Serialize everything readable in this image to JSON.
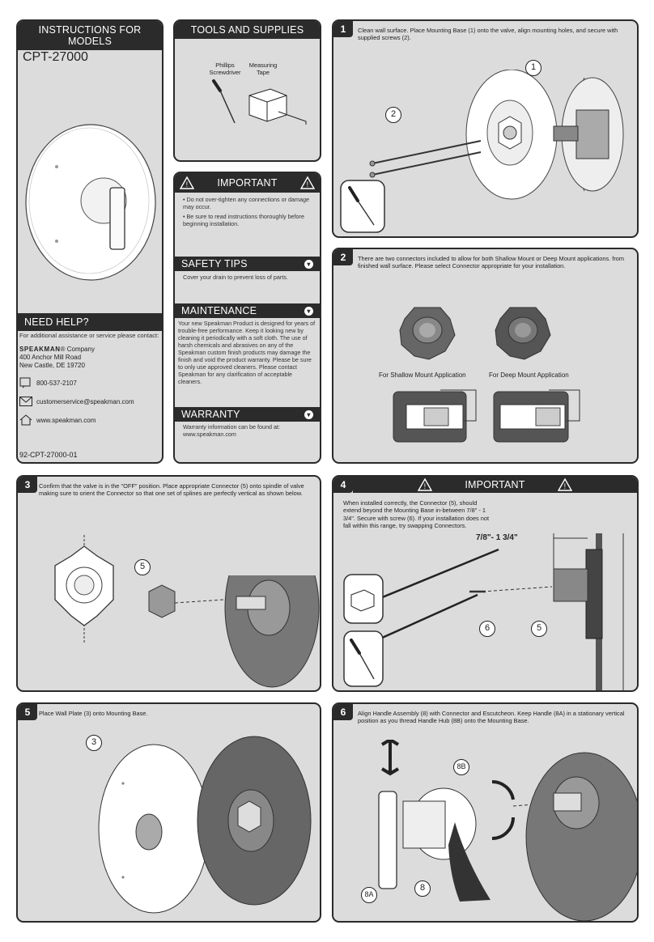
{
  "left": {
    "header": "INSTRUCTIONS FOR MODELS",
    "model": "CPT-27000",
    "help_header": "NEED HELP?",
    "help_text": "For additional assistance or service please contact:",
    "brand": "SPEAKMAN",
    "brand_suffix": "® Company",
    "address1": "400 Anchor Mill Road",
    "address2": "New Castle, DE 19720",
    "phone": "800-537-2107",
    "email": "customerservice@speakman.com",
    "web": "www.speakman.com",
    "doc_number": "92-CPT-27000-01"
  },
  "tools": {
    "header": "TOOLS AND SUPPLIES",
    "tool1": "Phillips Screwdriver",
    "tool2": "Measuring Tape"
  },
  "important": {
    "header": "IMPORTANT",
    "bullet1": "• Do not over-tighten any connections or damage may occur.",
    "bullet2": "• Be sure to read instructions thoroughly before beginning installation."
  },
  "safety": {
    "header": "SAFETY TIPS",
    "text": "Cover your drain to prevent loss of parts."
  },
  "maintenance": {
    "header": "MAINTENANCE",
    "text": "Your new Speakman Product is designed for years of trouble-free performance. Keep it looking new by cleaning it periodically with a soft cloth. The use of harsh chemicals and abrasives on any of the Speakman custom finish products may damage the finish and void the product warranty. Please be sure to only use approved cleaners. Please contact Speakman for any clarification of acceptable cleaners."
  },
  "warranty": {
    "header": "WARRANTY",
    "text": "Warranty information can be found at: www.speakman.com"
  },
  "steps": {
    "s1": {
      "num": "1",
      "text": "Clean wall surface. Place Mounting Base (1) onto the valve, align mounting holes, and secure with supplied screws (2)."
    },
    "s2": {
      "num": "2",
      "text": "There are two connectors included to allow for both Shallow Mount or Deep Mount applications. from finished wall surface. Please select Connector appropriate for your installation.",
      "label_shallow": "For Shallow Mount Application",
      "label_deep": "For Deep Mount Application"
    },
    "s3": {
      "num": "3",
      "text": "Confirm that the valve is in the \"OFF\" position. Place appropriate Connector (5) onto spindle of valve making sure to orient the Connector so that one set of splines are perfectly vertical as shown below."
    },
    "s4": {
      "num": "4",
      "header": "IMPORTANT",
      "text": "When installed correctly, the Connector (5), should extend beyond the Mounting Base in-between 7/8\" - 1 3/4\". Secure with screw (6). If your installation does not fall within this range, try swapping Connectors.",
      "dimension": "7/8\"- 1 3/4\""
    },
    "s5": {
      "num": "5",
      "text": "Place Wall Plate (3) onto Mounting Base."
    },
    "s6": {
      "num": "6",
      "text": "Align Handle Assembly (8) with Connector and Escutcheon. Keep Handle (8A) in a stationary vertical position as you thread Handle Hub (8B) onto the Mounting Base."
    }
  },
  "callouts": {
    "c1": "1",
    "c2": "2",
    "c3": "3",
    "c5": "5",
    "c6": "6",
    "c8": "8",
    "c8a": "8A",
    "c8b": "8B"
  },
  "colors": {
    "panel": "#dcdcdc",
    "header": "#2b2b2b",
    "border": "#2a2a2a"
  }
}
